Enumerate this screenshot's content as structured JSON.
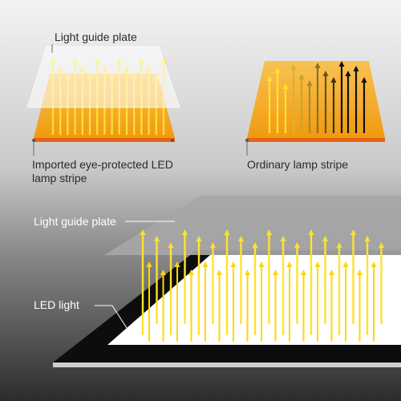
{
  "labels": {
    "top_light_guide_plate": "Light guide plate",
    "imported_line1": "Imported eye-protected LED",
    "imported_line2": "lamp stripe",
    "ordinary": "Ordinary lamp stripe",
    "bottom_light_guide_plate": "Light guide plate",
    "led_light": "LED light"
  },
  "colors": {
    "background_top": "#f2f2f2",
    "background_mid": "#9a9a9a",
    "background_bottom": "#2e2e2e",
    "lamp_orange": "#f4a81f",
    "lamp_stripe": "#ea6a12",
    "arrow_yellow": "#ffe22e",
    "arrow_black": "#111111",
    "plate_gray": "#a9a9a9",
    "panel_black": "#0d0d0d",
    "panel_white": "#ffffff"
  }
}
